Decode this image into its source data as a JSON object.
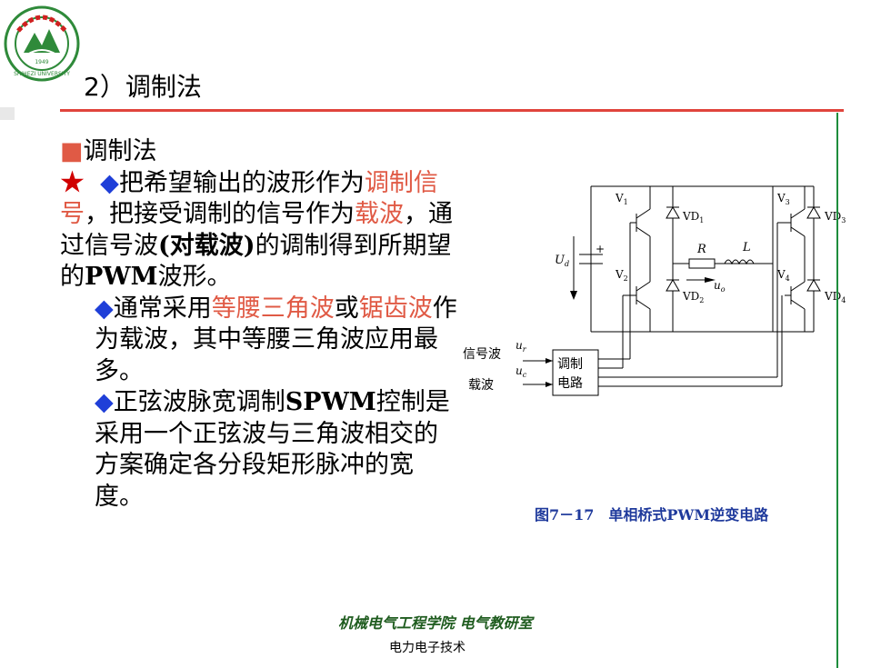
{
  "header": {
    "title": "2）调制法",
    "logo_label": "SHIHEZI UNIVERSITY",
    "logo_year": "1949"
  },
  "content": {
    "heading": "调制法",
    "p1_star": "★",
    "p1_a": "把希望输出的波形作为",
    "p1_hl1": "调制信号",
    "p1_b": "，把接受调制的信号作为",
    "p1_hl2": "载波",
    "p1_c": "，通过信号波",
    "p1_bold": "(对载波)",
    "p1_d": "的调制得到所期望的",
    "p1_pwm": "PWM",
    "p1_e": "波形。",
    "p2_a": "通常采用",
    "p2_hl1": "等腰三角波",
    "p2_b": "或",
    "p2_hl2": "锯齿波",
    "p2_c": "作为载波，其中等腰三角波应用最多。",
    "p3_a": "正弦波脉宽调制",
    "p3_bold": "SPWM",
    "p3_b": "控制是采用一个正弦波与三角波相交的方案确定各分段矩形脉冲的宽度。"
  },
  "circuit": {
    "v1": "V",
    "v1_sub": "1",
    "v2": "V",
    "v2_sub": "2",
    "v3": "V",
    "v3_sub": "3",
    "v4": "V",
    "v4_sub": "4",
    "vd1": "VD",
    "vd1_sub": "1",
    "vd2": "VD",
    "vd2_sub": "2",
    "vd3": "VD",
    "vd3_sub": "3",
    "vd4": "VD",
    "vd4_sub": "4",
    "ud": "U",
    "ud_sub": "d",
    "r": "R",
    "l": "L",
    "uo": "u",
    "uo_sub": "o",
    "ur": "u",
    "ur_sub": "r",
    "uc": "u",
    "uc_sub": "c",
    "plus": "+",
    "signal_wave": "信号波",
    "carrier_wave": "载波",
    "mod_circuit_1": "调制",
    "mod_circuit_2": "电路"
  },
  "caption": "图7－17　单相桥式PWM逆变电路",
  "footer": {
    "dept": "机械电气工程学院 电气教研室",
    "course": "电力电子技术"
  }
}
